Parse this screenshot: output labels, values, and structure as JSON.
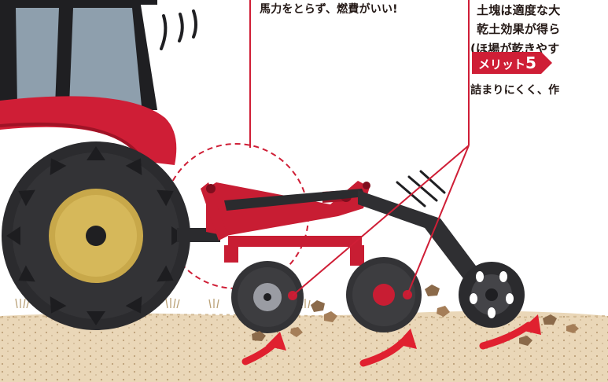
{
  "colors": {
    "accent": "#cf1e36",
    "tractor_body": "#1f1f22",
    "window": "#8e9fad",
    "tire": "#333336",
    "hub": "#c8a84a",
    "soil": "#ead7b8",
    "clod": "#8b6a4a",
    "arrow": "#e0202f"
  },
  "callout_left": {
    "text": "馬力をとらず、燃費がいい!"
  },
  "callout_right": {
    "line1": "土塊は適度な大",
    "line2": "乾土効果が得ら",
    "line3": "(ほ場が乾きやす",
    "merit_label": "メリット",
    "merit_number": "5",
    "merit_text": "詰まりにくく、作"
  }
}
